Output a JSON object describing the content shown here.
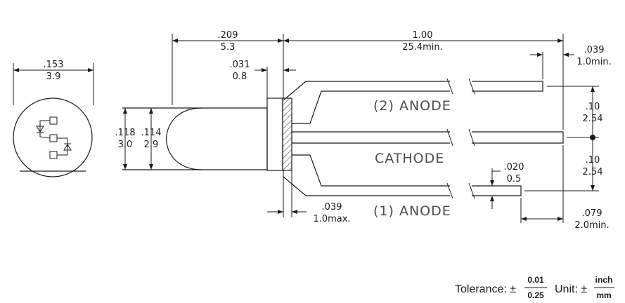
{
  "dimensions": {
    "dia_outer_in": ".153",
    "dia_outer_mm": "3.9",
    "body_len_in": ".209",
    "body_len_mm": "5.3",
    "lead_len_in": "1.00",
    "lead_len_mm": "25.4min.",
    "flange_in": ".031",
    "flange_mm": "0.8",
    "lead_end_in": ".039",
    "lead_end_mm": "1.0min.",
    "dia_a_in": ".118",
    "dia_a_mm": "3.0",
    "dia_b_in": ".114",
    "dia_b_mm": "2.9",
    "pitch1_in": ".10",
    "pitch1_mm": "2.54",
    "pitch2_in": ".10",
    "pitch2_mm": "2.54",
    "lead_w_in": ".020",
    "lead_w_mm": "0.5",
    "bend_in": ".039",
    "bend_mm": "1.0max.",
    "step_in": ".079",
    "step_mm": "2.0min."
  },
  "labels": {
    "anode2": "(2)  ANODE",
    "cathode": "CATHODE",
    "anode1": "(1)  ANODE"
  },
  "tolerance": {
    "tol_label": "Tolerance: ±",
    "tol_top": "0.01",
    "tol_bottom": "0.25",
    "unit_label": "Unit: ±",
    "unit_top": "inch",
    "unit_bottom": "mm"
  }
}
